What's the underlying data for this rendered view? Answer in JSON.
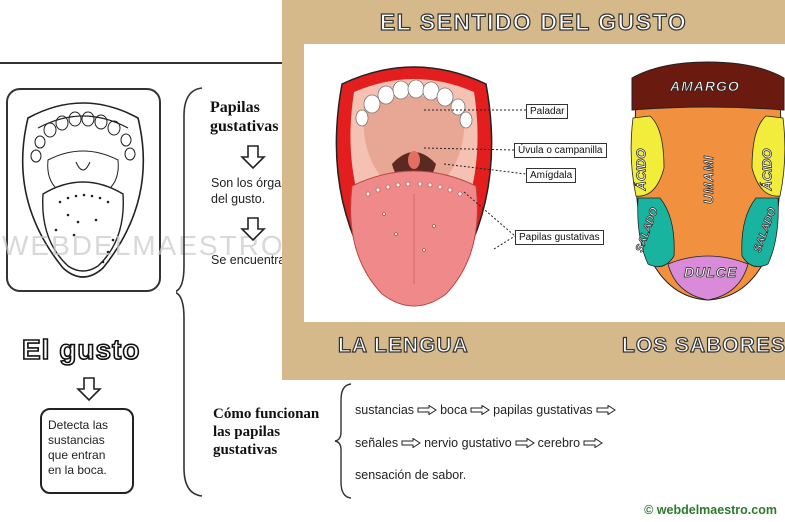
{
  "worksheet": {
    "watermark": "WEBDELMAESTRO",
    "title": "El gusto",
    "detect_box": [
      "Detecta las",
      "sustancias",
      "que entran",
      "en la boca."
    ],
    "papilas": {
      "title": "Papilas gustativas",
      "line1": "Son los órganos",
      "line2": "del gusto.",
      "line3": "Se encuentran"
    },
    "como": {
      "title": "Cómo funcionan las papilas gustativas",
      "row1": [
        "sustancias",
        "boca",
        "papilas gustativas"
      ],
      "row2": [
        "señales",
        "nervio gustativo",
        "cerebro"
      ],
      "row3": [
        "sensación de sabor."
      ]
    },
    "credit": "© webdelmaestro.com"
  },
  "poster": {
    "title": "EL SENTIDO DEL GUSTO",
    "labels": {
      "paladar": "Paladar",
      "uvula": "Úvula o campanilla",
      "amigdala": "Amígdala",
      "papilas": "Papilas gustativas"
    },
    "flavors": {
      "amargo": "AMARGO",
      "acido_left": "ÁCIDO",
      "acido_right": "ÁCIDO",
      "umami": "UMAMI",
      "salado_left": "SALADO",
      "salado_right": "SALADO",
      "dulce": "DULCE"
    },
    "caption_left": "LA LENGUA",
    "caption_right": "LOS SABORES",
    "colors": {
      "background": "#d6b98b",
      "lips": "#e21e1e",
      "tongue": "#f08a8a",
      "amargo": "#6b1a10",
      "acido": "#f2ec3a",
      "umami": "#f1913f",
      "salado": "#19b4a0",
      "dulce": "#d98ad8"
    }
  }
}
